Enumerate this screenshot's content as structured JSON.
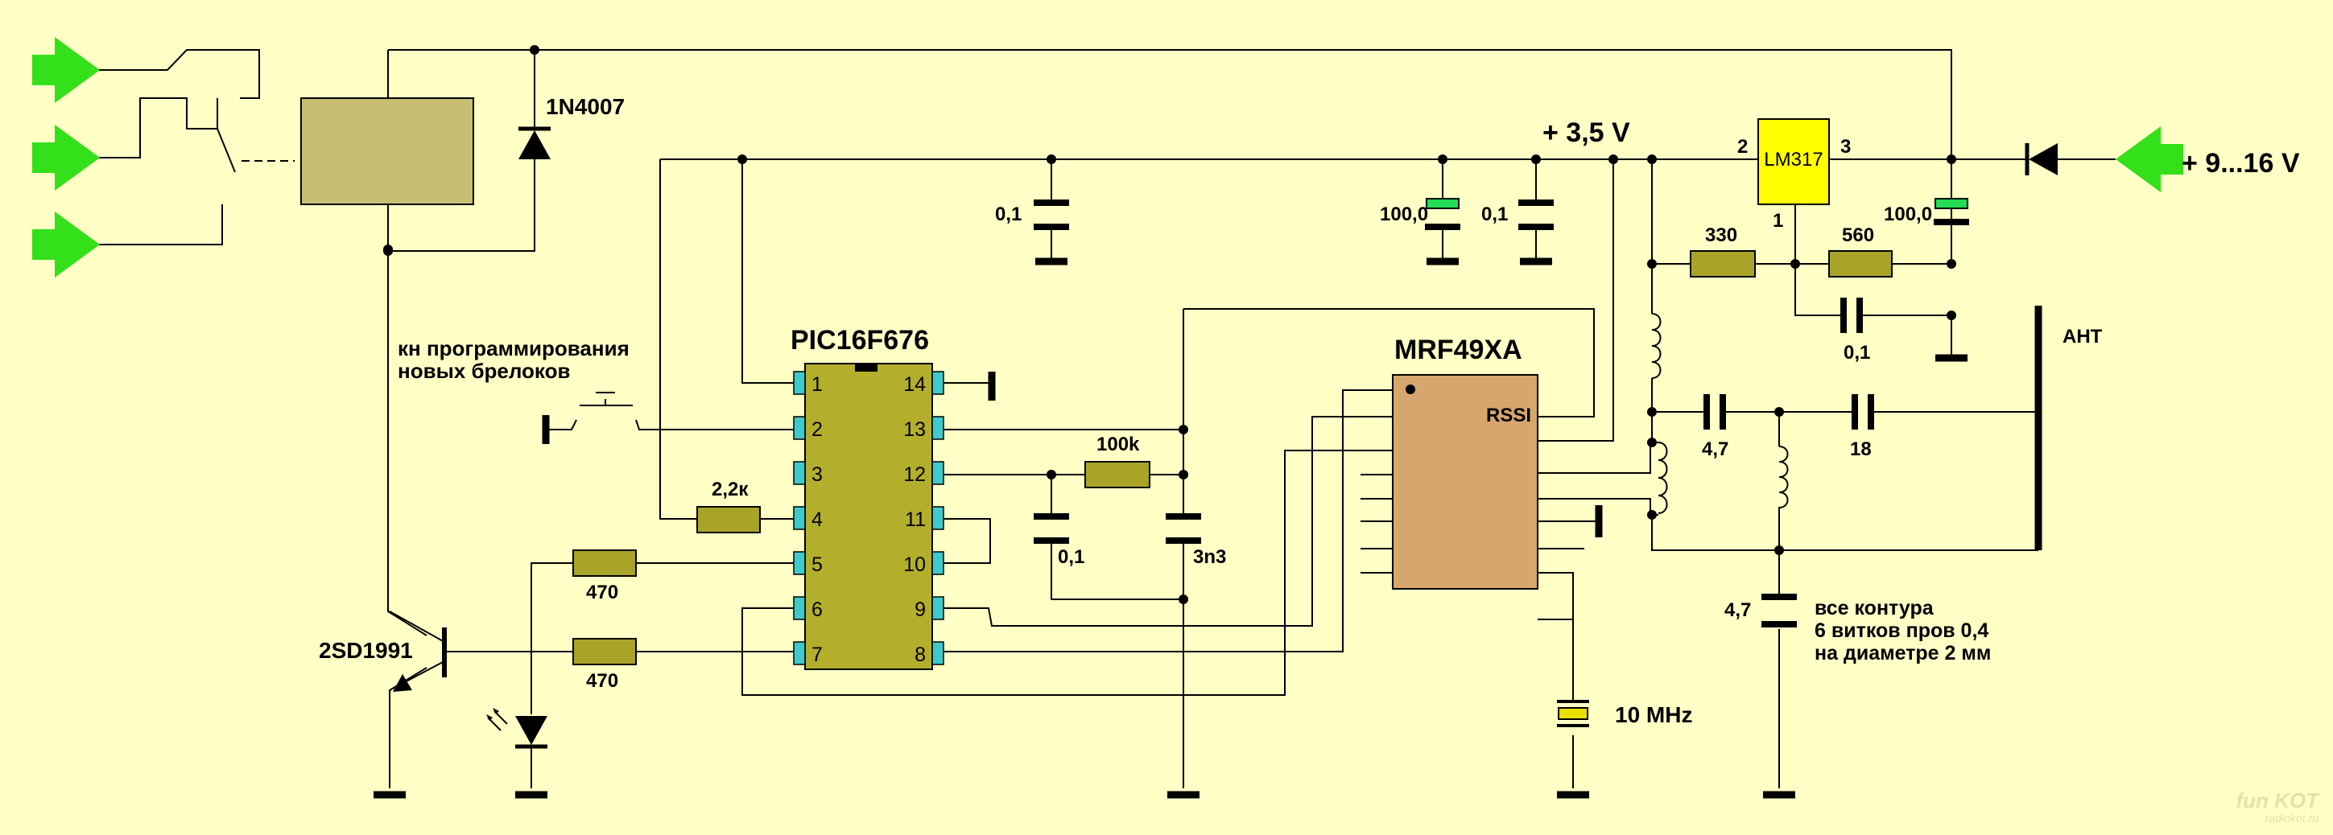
{
  "labels": {
    "diode_top": "1N4007",
    "supply_35": "+ 3,5 V",
    "supply_in": "+ 9...16 V",
    "lm317": "LM317",
    "lm317_pin2": "2",
    "lm317_pin3": "3",
    "lm317_pin1": "1",
    "r330": "330",
    "r560": "560",
    "c01_a": "0,1",
    "c100_a": "100,0",
    "c01_b": "0,1",
    "c100_b": "100,0",
    "c01_reg": "0,1",
    "ant": "АНТ",
    "mcu": "PIC16F676",
    "rf": "MRF49XA",
    "rssi": "RSSI",
    "button_note_1": "кн программирования",
    "button_note_2": "новых брелоков",
    "r22k": "2,2к",
    "r100k": "100k",
    "c01_mid": "0,1",
    "c3n3": "3n3",
    "r470_a": "470",
    "r470_b": "470",
    "transistor": "2SD1991",
    "c47_a": "4,7",
    "c18": "18",
    "c47_b": "4,7",
    "coil_note_1": "все контура",
    "coil_note_2": "6 витков пров 0,4",
    "coil_note_3": "на диаметре 2 мм",
    "crystal": "10 MHz",
    "watermark_1": "fun KOT",
    "watermark_2": "radiokot.ru"
  },
  "mcu_pins_left": [
    "1",
    "2",
    "3",
    "4",
    "5",
    "6",
    "7"
  ],
  "mcu_pins_right": [
    "14",
    "13",
    "12",
    "11",
    "10",
    "9",
    "8"
  ],
  "colors": {
    "background": "#FFFFC6",
    "arrow": "#33E01A",
    "relay": "#C8BE72",
    "resistor": "#A9A428",
    "mcu_body": "#B3AE2C",
    "mcu_pin": "#3EC9CC",
    "rf_chip": "#D6A66E",
    "regulator": "#FFFF00",
    "electrolytic": "#22DD55",
    "crystal": "#E8E000"
  }
}
